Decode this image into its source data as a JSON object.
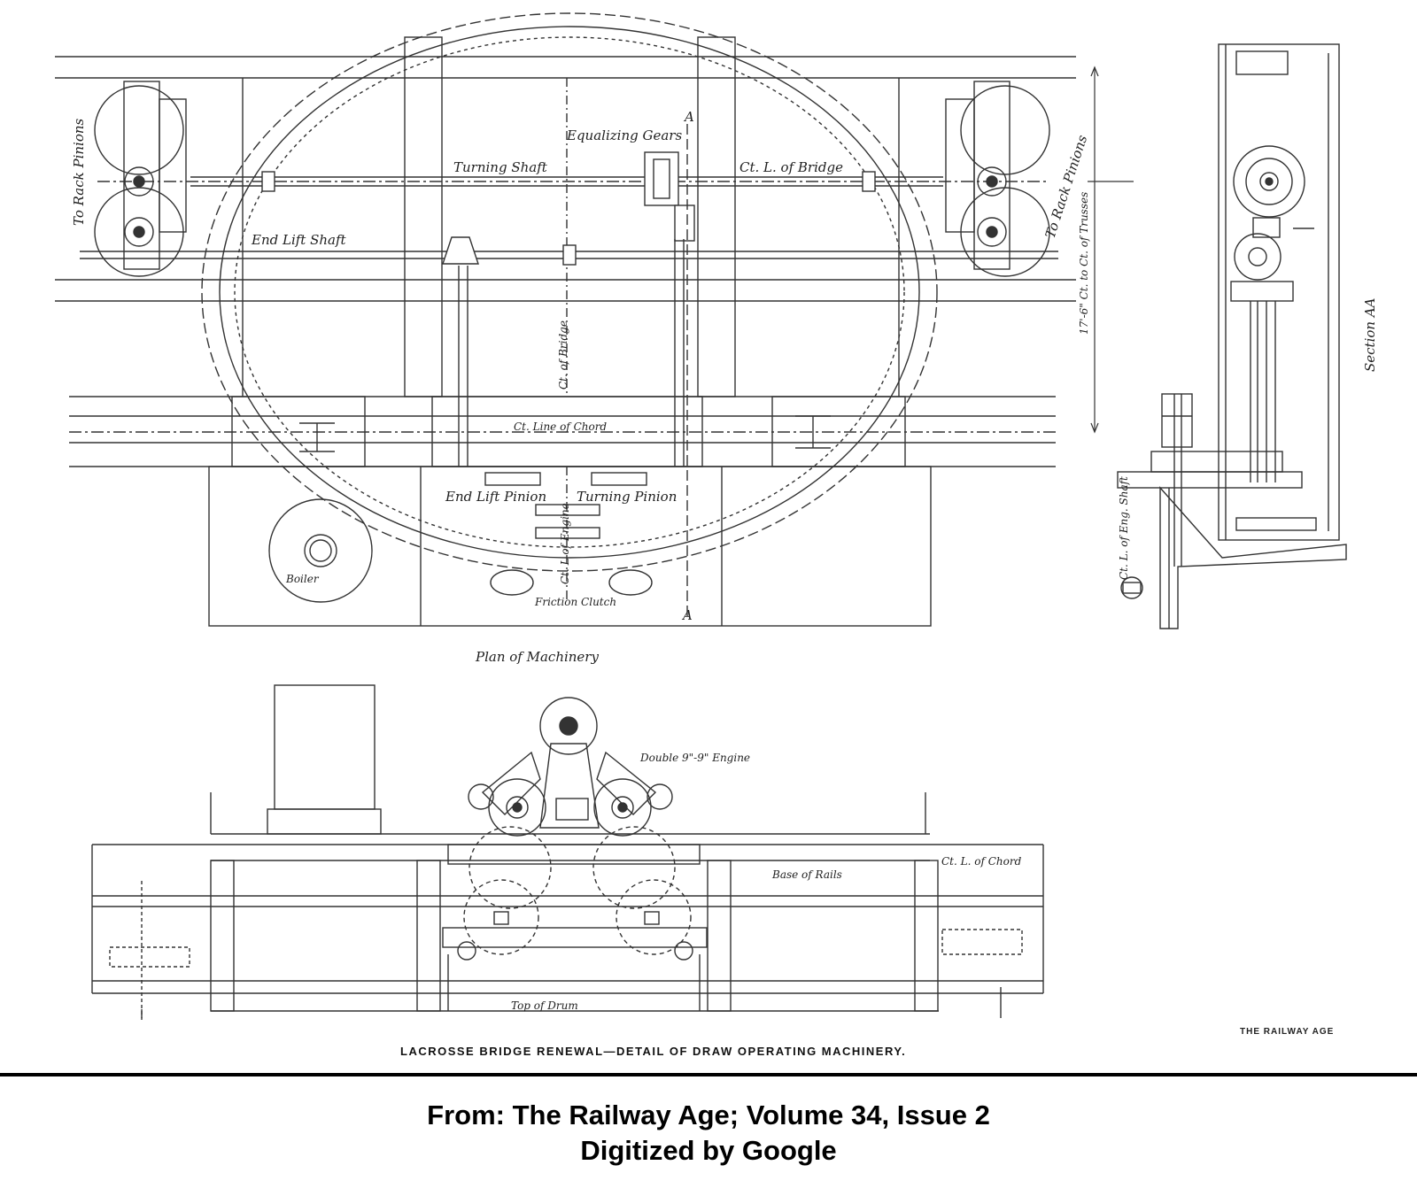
{
  "labels": {
    "to_rack_pinions_left": "To Rack Pinions",
    "to_rack_pinions_right": "To Rack Pinions",
    "equalizing_gears": "Equalizing Gears",
    "turning_shaft": "Turning Shaft",
    "cl_of_bridge_horizontal": "Ct. L. of Bridge",
    "cl_of_bridge_vertical": "Ct. of Bridge",
    "end_lift_shaft": "End Lift Shaft",
    "ct_line_of_chord": "Ct. Line of Chord",
    "end_lift_pinion": "End Lift Pinion",
    "turning_pinion": "Turning Pinion",
    "ct_l_of_engine_plan": "Ct. L of Engine",
    "friction_clutch": "Friction Clutch",
    "boiler": "Boiler",
    "section_mark_a_top": "A",
    "section_mark_a_bottom": "A",
    "trusses_dimension": "17'-6\" Ct. to Ct. of Trusses",
    "section_aa": "Section AA",
    "ct_l_of_eng_section": "Ct. L. of Eng. Shaft",
    "plan_of_machinery": "Plan of Machinery",
    "double_engine": "Double 9\"-9\" Engine",
    "ct_l_of_chord_elev": "Ct. L. of Chord",
    "base_of_rails": "Base of Rails",
    "top_of_drum": "Top of Drum"
  },
  "caption": "LACROSSE BRIDGE RENEWAL—DETAIL OF DRAW OPERATING MACHINERY.",
  "credit": "THE RAILWAY AGE",
  "footer": {
    "line1": "From: The Railway Age; Volume 34, Issue 2",
    "line2": "Digitized by Google"
  }
}
